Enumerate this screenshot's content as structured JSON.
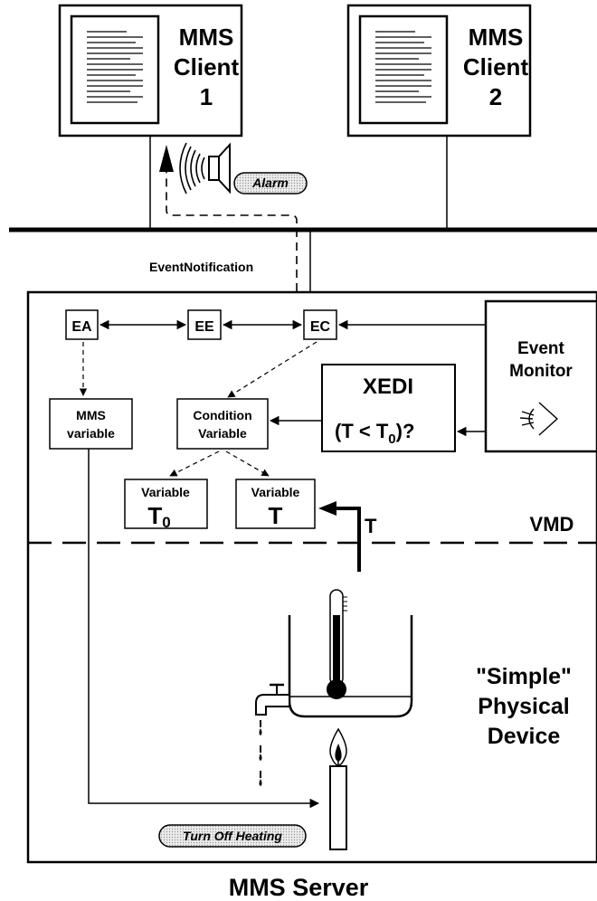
{
  "clients": [
    {
      "line1": "MMS",
      "line2": "Client",
      "line3": "1"
    },
    {
      "line1": "MMS",
      "line2": "Client",
      "line3": "2"
    }
  ],
  "alarm_label": "Alarm",
  "event_notification_label": "EventNotification",
  "nodes": {
    "ea": "EA",
    "ee": "EE",
    "ec": "EC",
    "event_monitor_line1": "Event",
    "event_monitor_line2": "Monitor",
    "xedi_title": "XEDI",
    "xedi_expr_pre": "(T < T",
    "xedi_expr_sub": "0",
    "xedi_expr_post": ")?",
    "mms_variable_line1": "MMS",
    "mms_variable_line2": "variable",
    "condition_variable_line1": "Condition",
    "condition_variable_line2": "Variable",
    "variable_t0_label": "Variable",
    "variable_t0_value": "T",
    "variable_t0_sub": "0",
    "variable_t_label": "Variable",
    "variable_t_value": "T"
  },
  "t_label": "T",
  "vmd_label": "VMD",
  "physical_device": {
    "line1": "\"Simple\"",
    "line2": "Physical",
    "line3": "Device"
  },
  "turn_off_label": "Turn Off Heating",
  "server_label": "MMS Server",
  "colors": {
    "ink": "#000000",
    "pill": "#dcdcdc"
  }
}
